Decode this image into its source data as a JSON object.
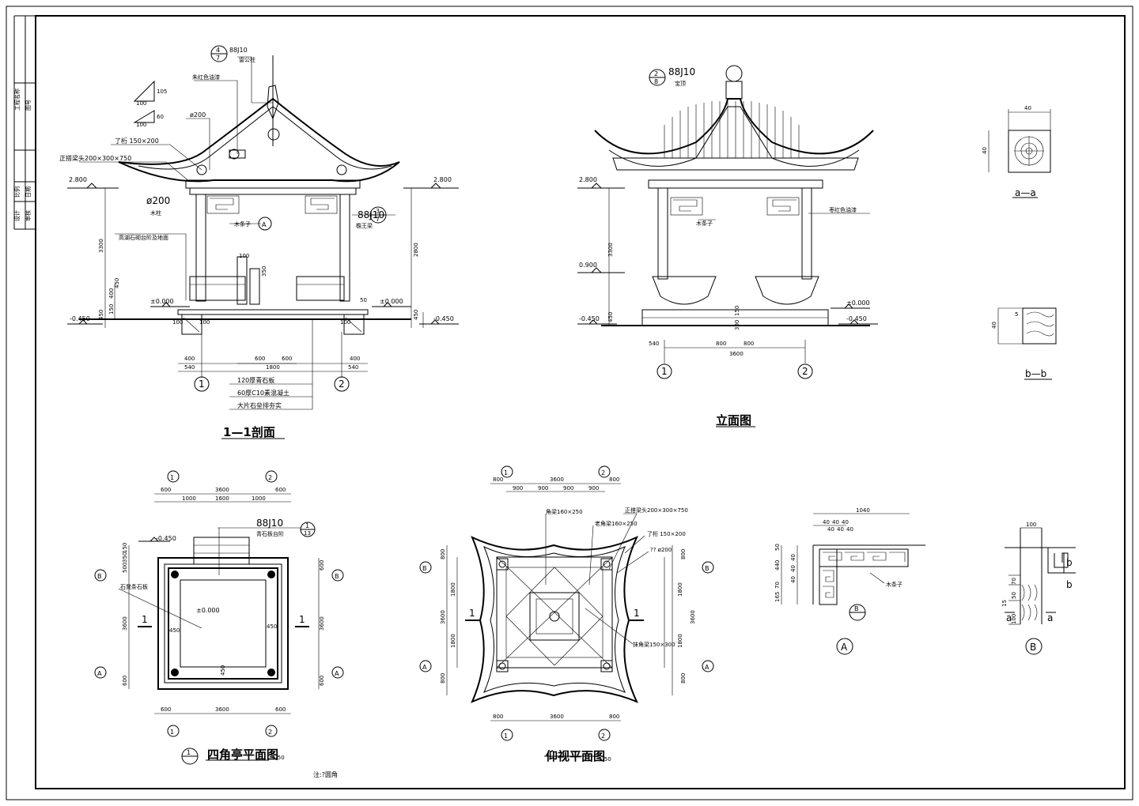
{
  "section_view": {
    "title": "1—1剖面",
    "ref_top": {
      "num": "4",
      "den": "7",
      "code": "88J10",
      "name": "雷公柱"
    },
    "label_paint": "朱红色油漆",
    "label_d200_top": "ø200",
    "label_purlin": "了桁 150×200",
    "label_beam_head": "正搭梁头200×300×750",
    "label_column": "ø200",
    "label_column2": "木柱",
    "label_stone": "高湖石砌台阶及地面",
    "label_lattice": "木条子",
    "label_detail_A": "A",
    "ref_right": {
      "num": "3",
      "den": "7",
      "code": "88J10",
      "name": "檐王梁"
    },
    "elev_top_left": "2.800",
    "elev_top_right": "2.800",
    "elev_zero_left": "±0.000",
    "elev_zero_right": "±0.000",
    "elev_neg_left": "-0.450",
    "elev_neg_right": "-0.450",
    "slope_1": [
      "100",
      "105"
    ],
    "slope_2": [
      "100",
      "60"
    ],
    "dims_vertical": [
      "3300",
      "2800",
      "450",
      "450",
      "150",
      "400",
      "450",
      "350"
    ],
    "dims_bottom": [
      "400",
      "540",
      "1800",
      "400",
      "540",
      "600",
      "600",
      "100",
      "100",
      "100"
    ],
    "dims_misc": [
      "100",
      "50"
    ],
    "layers": [
      "120厚青石板",
      "60厚C10素混凝土",
      "大片石垒排夯实"
    ],
    "axis_1": "1",
    "axis_2": "2"
  },
  "elevation_view": {
    "title": "立面图",
    "ref_top": {
      "num": "2",
      "den": "8",
      "code": "88J10",
      "name": "宝顶"
    },
    "label_lattice": "木条子",
    "label_paint": "枣红色油漆",
    "elev_top": "2.800",
    "elev_mid": "0.900",
    "elev_zero": "±0.000",
    "elev_neg_left": "-0.450",
    "elev_neg_right": "-0.450",
    "dims_vertical": [
      "3300",
      "450",
      "150",
      "300"
    ],
    "dims_bottom": [
      "540",
      "800",
      "800",
      "3600"
    ],
    "axis_1": "1",
    "axis_2": "2"
  },
  "detail_aa": {
    "dim_w": "40",
    "dim_h": "40",
    "title": "a—a"
  },
  "detail_bb": {
    "dim_h": "40",
    "dim_small": "5",
    "title": "b—b"
  },
  "plan_view": {
    "title": "四角亭平面图",
    "scale": "1/50",
    "note": "注:?圆角",
    "ref_circle": "1",
    "ref": {
      "num": "1",
      "den": "13",
      "code": "88J10",
      "name": "青石板台阶"
    },
    "elev_neg": "-0.450",
    "elev_zero": "±0.000",
    "label_floor": "石凳条石板",
    "dims_top": [
      "600",
      "3600",
      "600"
    ],
    "dims_top2": [
      "1000",
      "1600",
      "1000"
    ],
    "dims_bottom": [
      "600",
      "3600",
      "600"
    ],
    "dims_left": [
      "150",
      "350",
      "500",
      "3600",
      "600"
    ],
    "dims_right": [
      "600",
      "3600",
      "600"
    ],
    "dims_inner": [
      "450",
      "450",
      "450"
    ],
    "axis_1": "1",
    "axis_2": "2",
    "axis_A": "A",
    "axis_B": "B",
    "section_mark": "1"
  },
  "ceiling_view": {
    "title": "仰视平面图",
    "scale": "1/50",
    "label_beam1": "角梁160×250",
    "label_beam2": "老角梁160×250",
    "label_beam_head": "正搭梁头200×300×750",
    "label_purlin": "了桁 150×200",
    "label_col": "?? ø200",
    "label_tie": "抹角梁150×300",
    "dims_top": [
      "800",
      "3600",
      "800"
    ],
    "dims_top2": [
      "900",
      "900",
      "900",
      "900"
    ],
    "dims_bottom": [
      "800",
      "3600",
      "800"
    ],
    "dims_left": [
      "800",
      "1800",
      "1800",
      "3600",
      "800"
    ],
    "dims_right": [
      "800",
      "1800",
      "1800",
      "3600",
      "800"
    ],
    "axis_1": "1",
    "axis_2": "2",
    "axis_A": "A",
    "axis_B": "B",
    "section_mark": "1"
  },
  "detail_A": {
    "title": "A",
    "label": "木条子",
    "ref": "B",
    "dims_top": [
      "1040",
      "40",
      "40",
      "40",
      "40",
      "40",
      "40"
    ],
    "dims_left": [
      "50",
      "440",
      "40",
      "40",
      "40",
      "70",
      "165"
    ]
  },
  "detail_B": {
    "title": "B",
    "dims": [
      "100",
      "70",
      "50",
      "15",
      "100"
    ],
    "cut_a": "a",
    "cut_b": "b"
  },
  "title_block": {
    "items": [
      "工程名称",
      "图号",
      "比例",
      "日期",
      "设计",
      "审核"
    ]
  }
}
